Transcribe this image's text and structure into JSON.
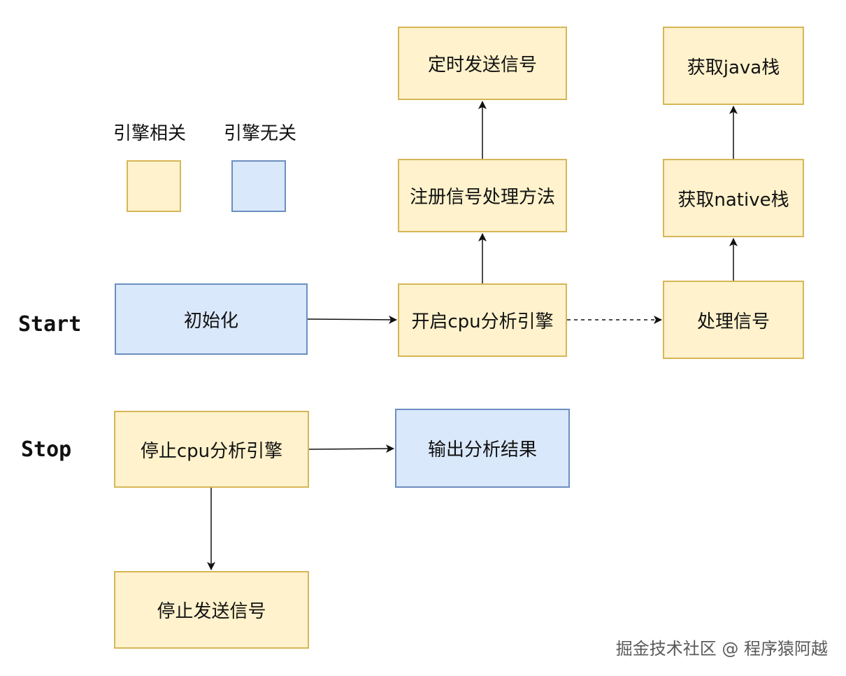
{
  "legend": {
    "engine_related": "引擎相关",
    "engine_unrelated": "引擎无关",
    "colors": {
      "related_fill": "#fff2cc",
      "related_border": "#d6b656",
      "unrelated_fill": "#dae8fc",
      "unrelated_border": "#6c8ebf"
    }
  },
  "phases": {
    "start": "Start",
    "stop": "Stop"
  },
  "nodes": {
    "init": "初始化",
    "start_cpu_engine": "开启cpu分析引擎",
    "register_signal_handler": "注册信号处理方法",
    "timed_send_signal": "定时发送信号",
    "handle_signal": "处理信号",
    "get_native_stack": "获取native栈",
    "get_java_stack": "获取java栈",
    "stop_cpu_engine": "停止cpu分析引擎",
    "output_result": "输出分析结果",
    "stop_send_signal": "停止发送信号"
  },
  "watermark": "掘金技术社区 @ 程序猿阿越"
}
